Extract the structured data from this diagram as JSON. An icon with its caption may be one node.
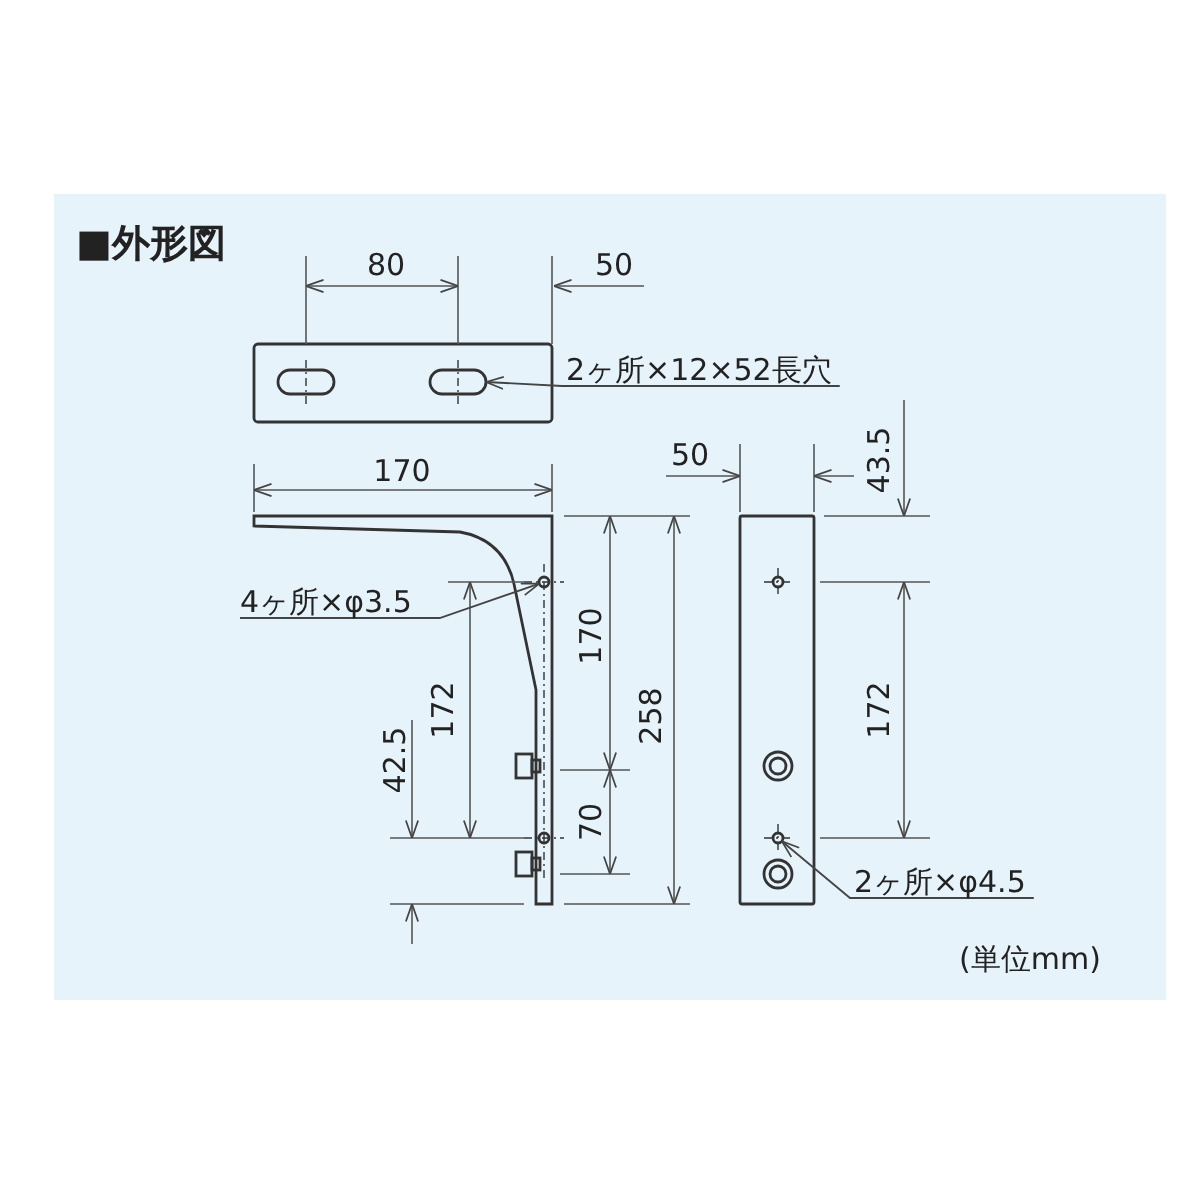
{
  "diagram": {
    "title": "■外形図",
    "nodes": [
      {
        "text": [
          "2ヶ所×12×52長穴"
        ]
      },
      {
        "text": [],
        "shape": "slot"
      },
      {
        "text": [
          "4ヶ所×φ3.5"
        ]
      },
      {
        "text": [],
        "shape": "circle"
      },
      {
        "text": [
          "2ヶ所×φ4.5"
        ]
      },
      {
        "text": [],
        "shape": "circle"
      }
    ],
    "edges": [
      {
        "from": 0,
        "to": 1,
        "arrow": "to"
      },
      {
        "from": 2,
        "to": 3,
        "arrow": "to"
      },
      {
        "from": 4,
        "to": 5,
        "arrow": "to"
      }
    ],
    "labels": [
      "80",
      "50",
      "170",
      "50",
      "43.5",
      "170",
      "258",
      "172",
      "42.5",
      "70",
      "172",
      "(単位mm)"
    ]
  }
}
